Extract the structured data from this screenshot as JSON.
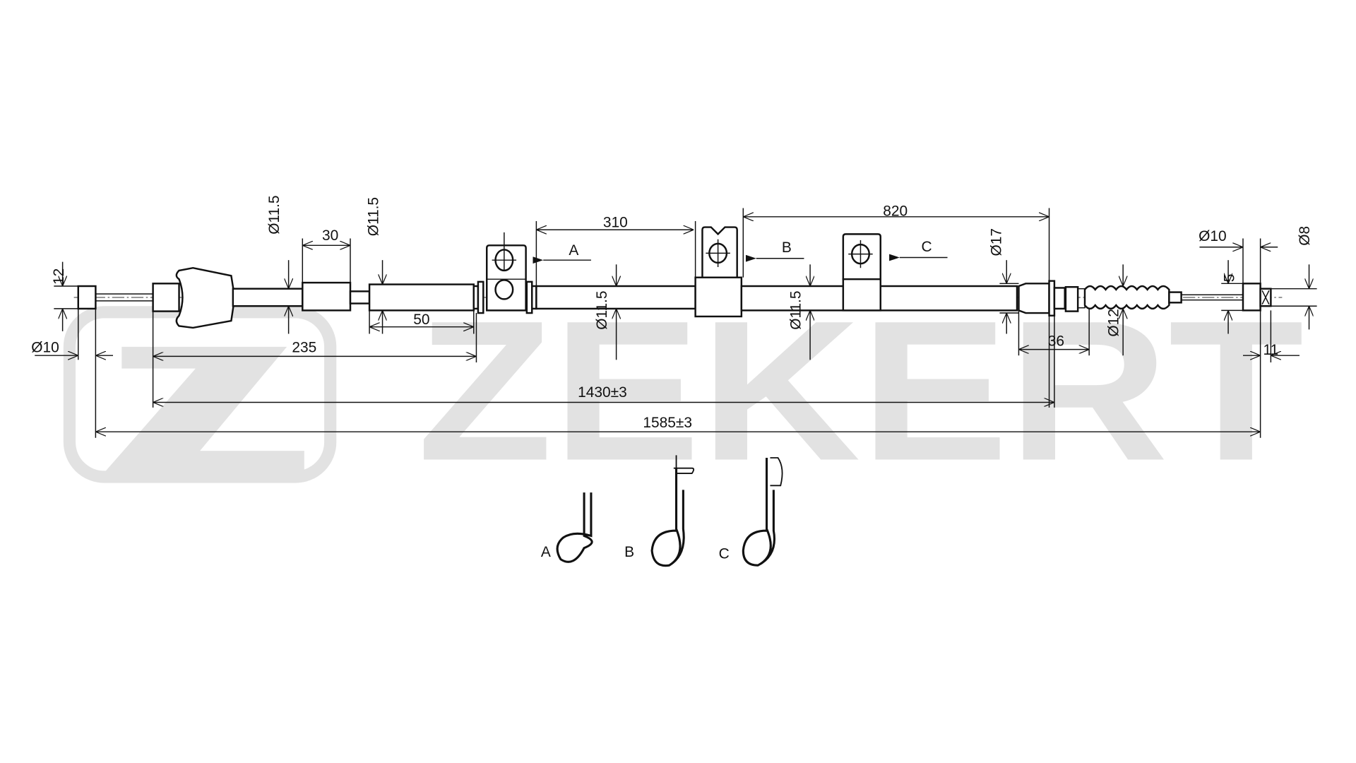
{
  "watermark": {
    "brand": "ZEKERT",
    "color": "#e2e2e2"
  },
  "line_color": "#111111",
  "dimensions": {
    "end_length_left": "12",
    "end_dia_left": "Ø10",
    "dia_1": "Ø11.5",
    "len_30": "30",
    "dia_2": "Ø11.5",
    "len_50": "50",
    "len_235": "235",
    "len_310": "310",
    "dia_3": "Ø11.5",
    "len_820": "820",
    "dia_4": "Ø11.5",
    "dia_17": "Ø17",
    "len_36": "36",
    "dia_12": "Ø12",
    "dia_5": "5",
    "end_dia_right": "Ø10",
    "dia_8": "Ø8",
    "len_11": "11",
    "len_1430": "1430±3",
    "len_1585": "1585±3"
  },
  "views": {
    "a": "A",
    "b": "B",
    "c": "C"
  },
  "details": {
    "a": "A",
    "b": "B",
    "c": "C"
  }
}
